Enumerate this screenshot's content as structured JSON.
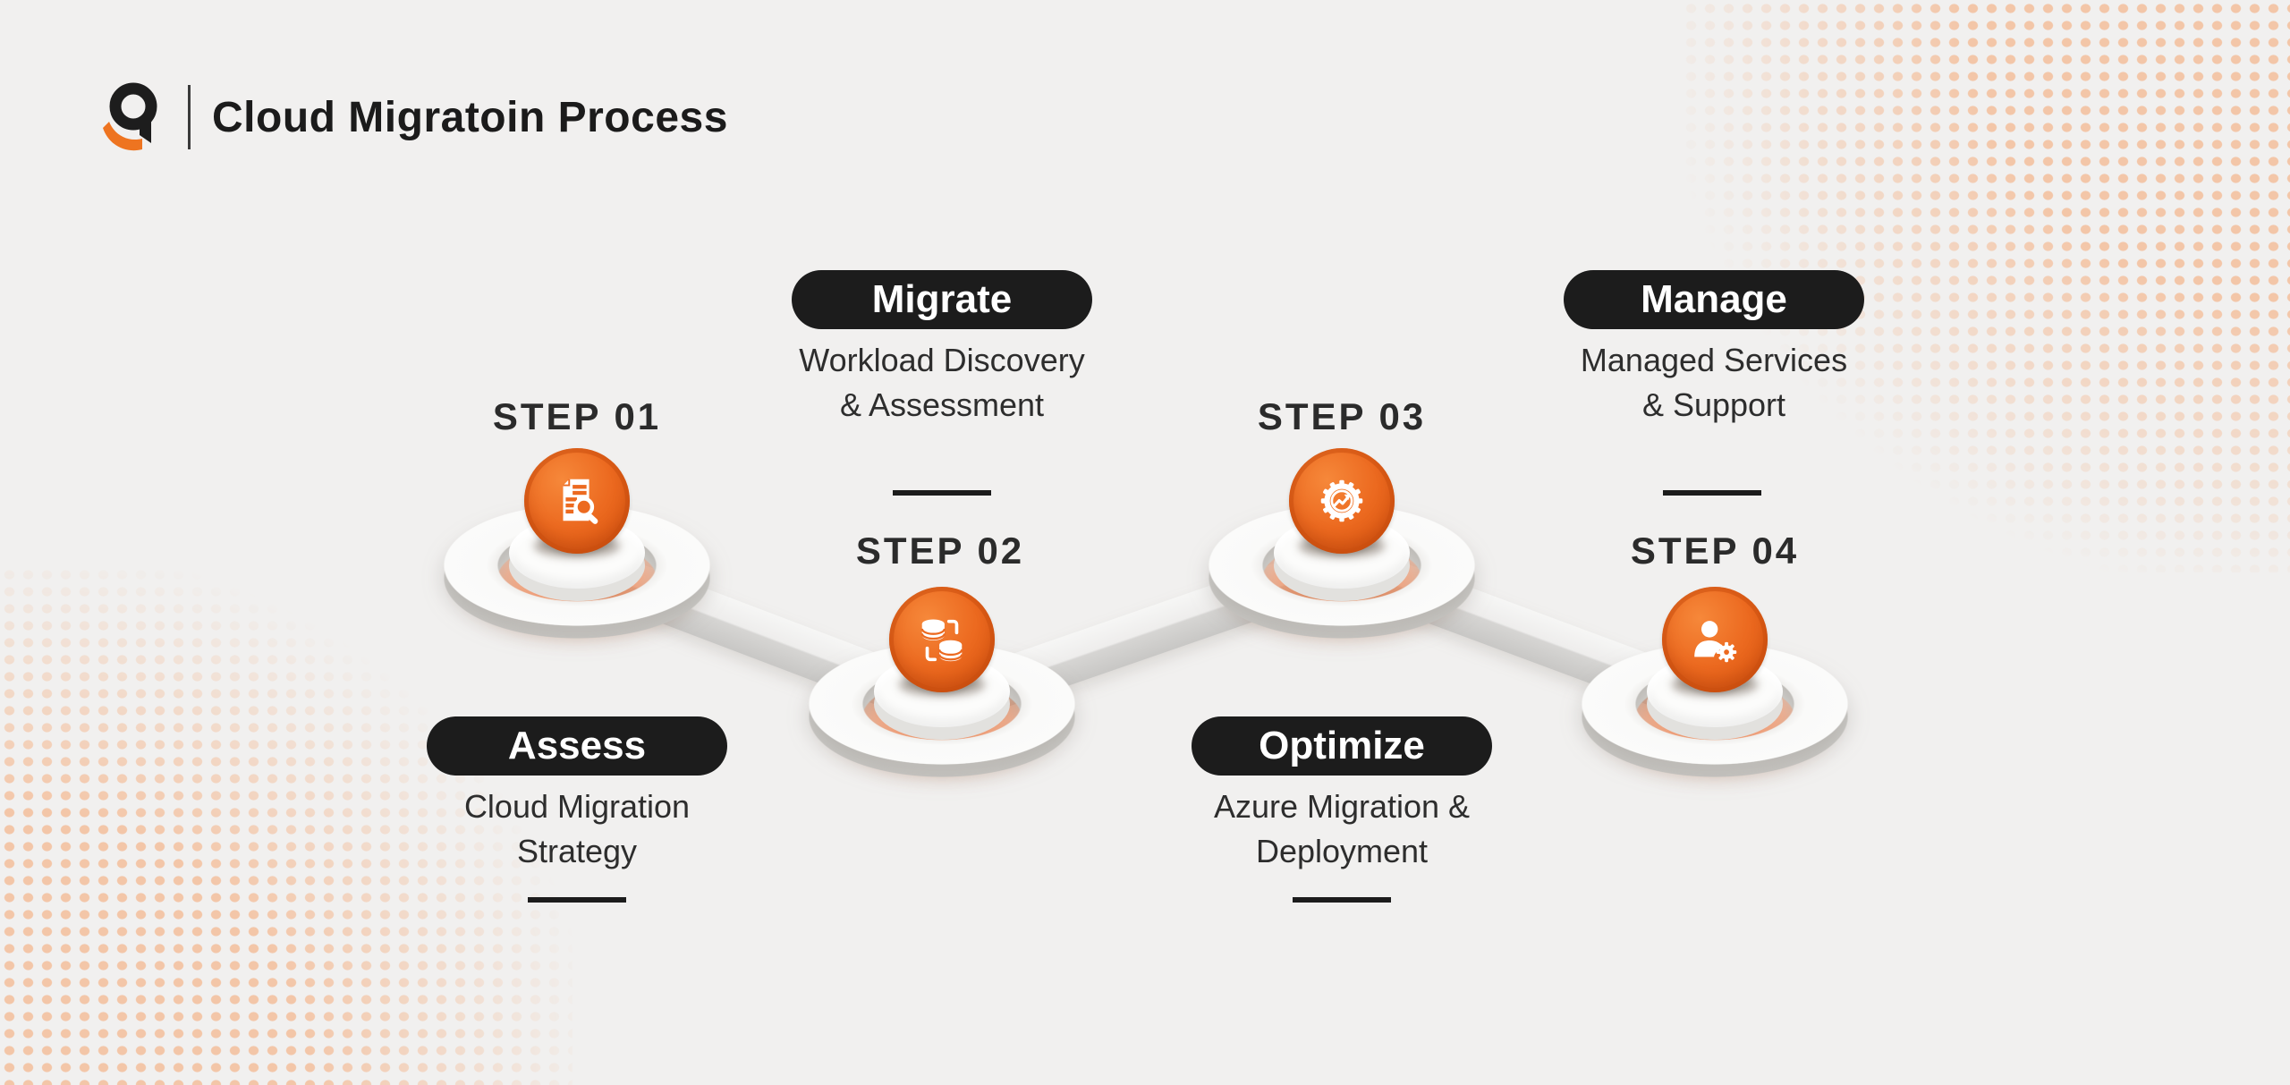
{
  "header": {
    "title": "Cloud Migratoin Process"
  },
  "colors": {
    "background": "#F1F0EF",
    "accent_orange": "#EC6A20",
    "pill_background": "#1C1C1C",
    "text_dark": "#2B2B2B",
    "halftone_peach": "#F3C6A8",
    "platform_white": "#FAFAF9"
  },
  "steps": [
    {
      "step_label": "STEP 01",
      "pill_label": "Assess",
      "description_line1": "Cloud Migration",
      "description_line2": "Strategy",
      "icon": "document-search-icon",
      "detail_position": "below"
    },
    {
      "step_label": "STEP 02",
      "pill_label": "Migrate",
      "description_line1": "Workload Discovery",
      "description_line2": "& Assessment",
      "icon": "database-transfer-icon",
      "detail_position": "above"
    },
    {
      "step_label": "STEP 03",
      "pill_label": "Optimize",
      "description_line1": "Azure Migration &",
      "description_line2": "Deployment",
      "icon": "gear-chart-icon",
      "detail_position": "below"
    },
    {
      "step_label": "STEP 04",
      "pill_label": "Manage",
      "description_line1": "Managed Services",
      "description_line2": "& Support",
      "icon": "user-gear-icon",
      "detail_position": "above"
    }
  ]
}
